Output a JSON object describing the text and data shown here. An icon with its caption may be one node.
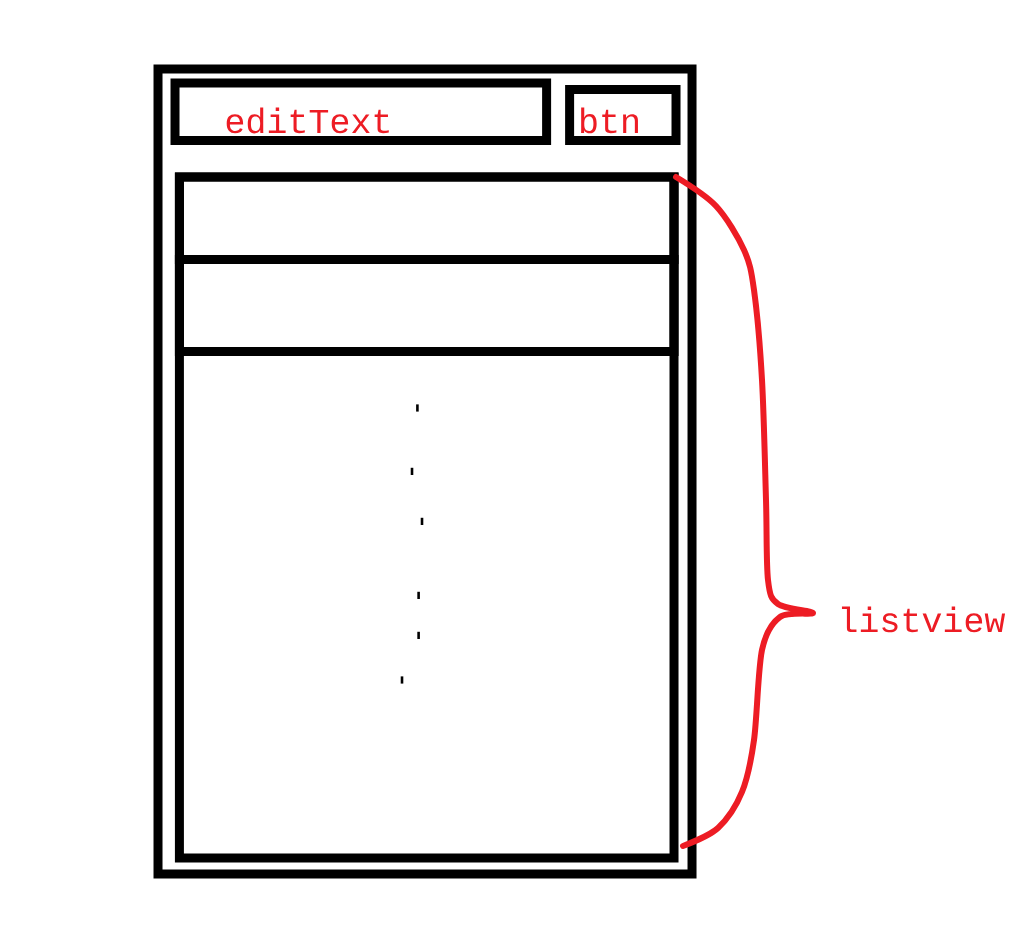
{
  "diagram": {
    "nodes": [
      {
        "text": [],
        "shape": "box"
      },
      {
        "text": [
          "editText"
        ],
        "in": 0
      },
      {
        "text": [
          "btn"
        ],
        "in": 0
      },
      {
        "text": [],
        "shape": "box",
        "in": 0
      },
      {
        "text": [],
        "shape": "box",
        "in": 3
      },
      {
        "text": [],
        "shape": "box",
        "in": 3
      }
    ],
    "labels": [
      "listview"
    ]
  }
}
